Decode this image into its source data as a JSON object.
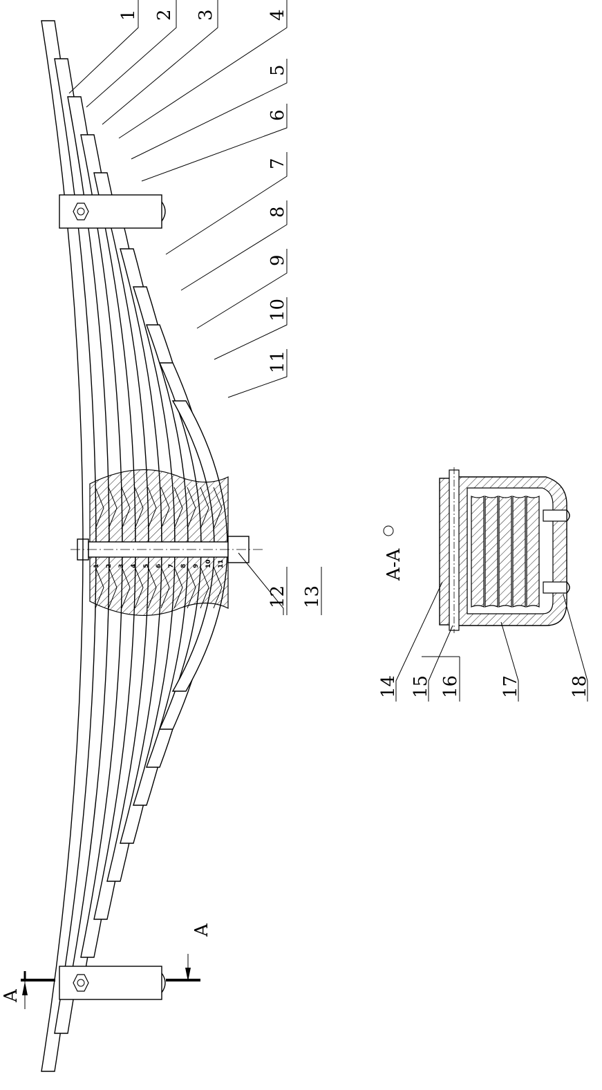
{
  "drawing": {
    "leaf_labels": [
      "1",
      "2",
      "3",
      "4",
      "5",
      "6",
      "7",
      "8",
      "9",
      "10",
      "11"
    ],
    "bolt_labels": [
      "12",
      "13"
    ],
    "inner_leaf_numbers": [
      "1",
      "2",
      "3",
      "4",
      "5",
      "6",
      "7",
      "8",
      "9",
      "10",
      "11"
    ],
    "section_title": "A-A",
    "section_arrow_left": "A",
    "section_arrow_right": "A",
    "section_labels": [
      "14",
      "15",
      "16",
      "17",
      "18"
    ]
  }
}
